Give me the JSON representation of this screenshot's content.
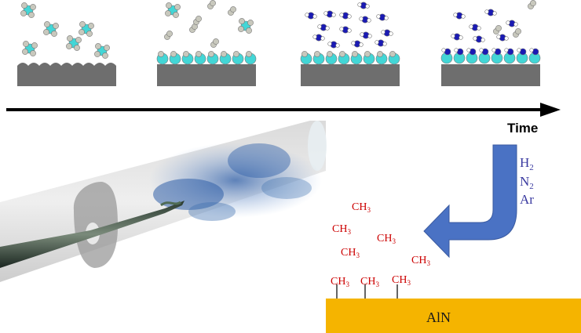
{
  "timeline": {
    "label": "Time"
  },
  "gases": {
    "items": [
      "H",
      "N",
      "Ar"
    ],
    "subscripts": [
      "2",
      "2",
      ""
    ]
  },
  "methyl": {
    "formula": "CH",
    "sub": "3"
  },
  "substrate": {
    "label": "AlN"
  },
  "colors": {
    "surface": "#6e6e6e",
    "precursor_center": "#43d6d6",
    "ligand": "#c8c8bd",
    "nitrogen": "#1a1ab4",
    "hydrogen": "#ffffff",
    "arrow": "#4a72c4",
    "methyl_text": "#cc0000",
    "substrate": "#f5b400",
    "plume": "#3d6fb0"
  }
}
